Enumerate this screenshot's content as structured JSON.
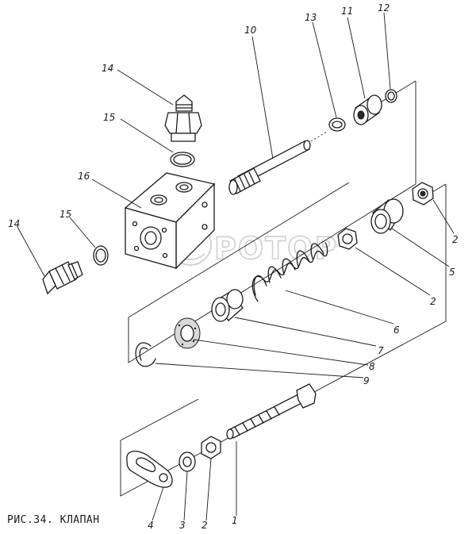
{
  "figure": {
    "caption": "РИС.34. КЛАПАН"
  },
  "watermark": {
    "text": "РОТОР"
  },
  "callouts": [
    {
      "id": "c14a",
      "text": "14"
    },
    {
      "id": "c15a",
      "text": "15"
    },
    {
      "id": "c16",
      "text": "16"
    },
    {
      "id": "c14b",
      "text": "14"
    },
    {
      "id": "c15b",
      "text": "15"
    },
    {
      "id": "c10",
      "text": "10"
    },
    {
      "id": "c13",
      "text": "13"
    },
    {
      "id": "c11",
      "text": "11"
    },
    {
      "id": "c12",
      "text": "12"
    },
    {
      "id": "c2a",
      "text": "2"
    },
    {
      "id": "c5",
      "text": "5"
    },
    {
      "id": "c2b",
      "text": "2"
    },
    {
      "id": "c6",
      "text": "6"
    },
    {
      "id": "c7",
      "text": "7"
    },
    {
      "id": "c8",
      "text": "8"
    },
    {
      "id": "c9",
      "text": "9"
    },
    {
      "id": "c4",
      "text": "4"
    },
    {
      "id": "c3",
      "text": "3"
    },
    {
      "id": "c2c",
      "text": "2"
    },
    {
      "id": "c1",
      "text": "1"
    }
  ]
}
